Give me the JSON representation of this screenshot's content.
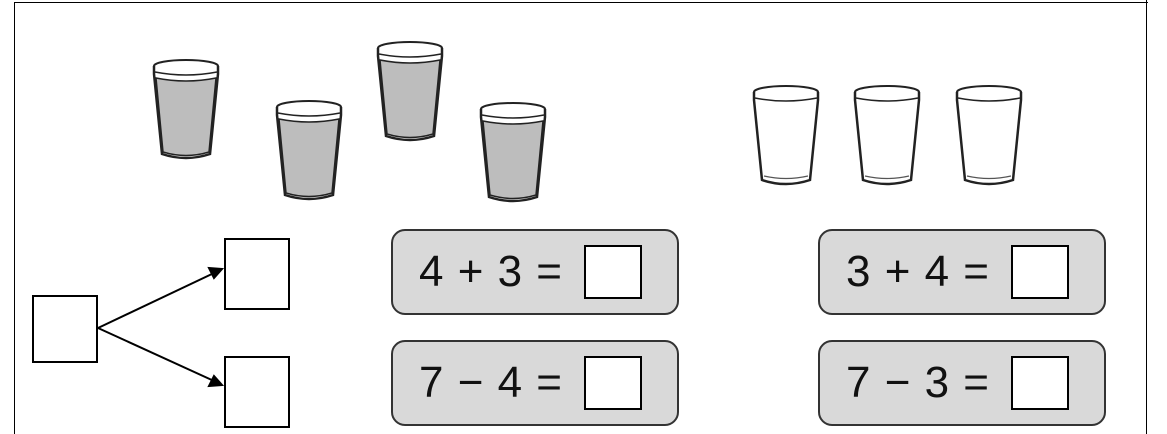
{
  "worksheet": {
    "glasses": {
      "filled_count": 4,
      "empty_count": 3,
      "filled_color": "#bdbdbd"
    },
    "equations": [
      {
        "id": "eq-add-1",
        "text": "4 + 3 = "
      },
      {
        "id": "eq-sub-1",
        "text": "7 − 4 = "
      },
      {
        "id": "eq-add-2",
        "text": "3 + 4 = "
      },
      {
        "id": "eq-sub-2",
        "text": "7 − 3 = "
      }
    ],
    "colors": {
      "panel_bg": "#d9d9d9",
      "stroke": "#000000"
    }
  }
}
